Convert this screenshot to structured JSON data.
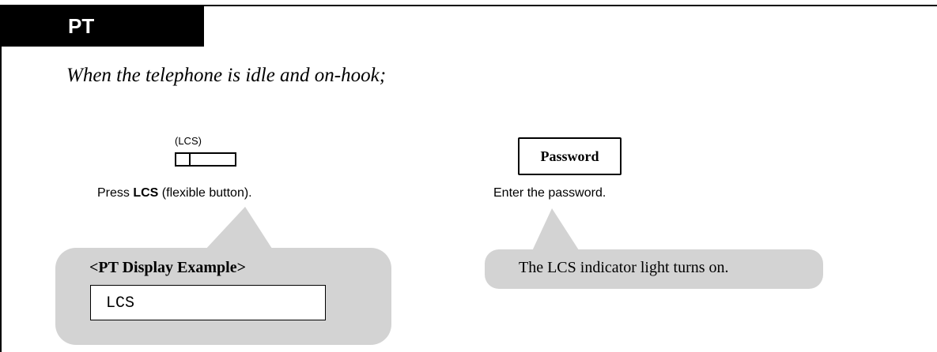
{
  "section_tab": {
    "label": "PT"
  },
  "condition": "When the telephone is idle and on-hook;",
  "step1": {
    "button_caption": "(LCS)",
    "text_before": "Press ",
    "text_bold": "LCS",
    "text_after": " (flexible button)."
  },
  "step2": {
    "key_label": "Password",
    "text": "Enter the password."
  },
  "display_example": {
    "title": "<PT Display Example>",
    "screen_text": "LCS"
  },
  "note": "The LCS indicator light turns on.",
  "colors": {
    "tab": "#000000",
    "bubble": "#d3d3d3"
  }
}
